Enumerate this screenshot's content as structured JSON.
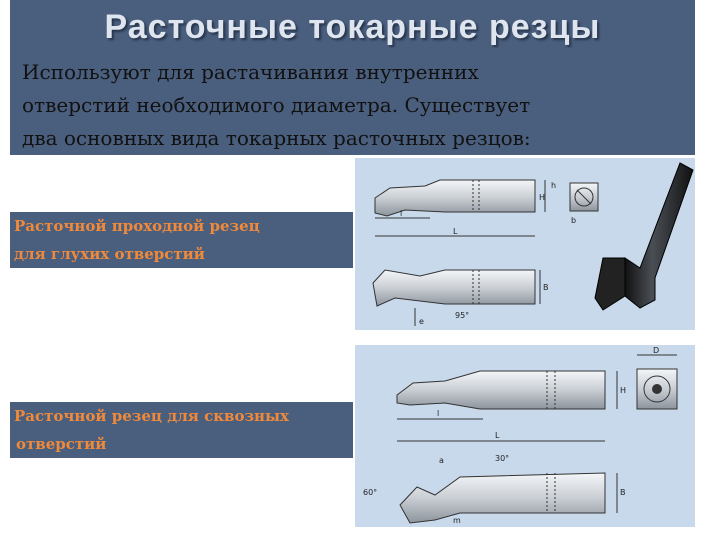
{
  "slide": {
    "title": "Расточные токарные резцы",
    "intro_lines": [
      "Используют для растачивания внутренних",
      "отверстий необходимого диаметра. Существует",
      "два основных вида токарных  расточных резцов:"
    ],
    "types": [
      {
        "label_lines": [
          "Расточной проходной резец",
          "для глухих отверстий"
        ]
      },
      {
        "label_lines": [
          "Расточной резец для сквозных",
          " отверстий"
        ]
      }
    ],
    "drawing1_dims": {
      "h": "h",
      "H": "H",
      "l": "l",
      "L": "L",
      "B": "B",
      "b": "b",
      "e": "e",
      "angle": "95°"
    },
    "drawing2_dims": {
      "H": "H",
      "l": "l",
      "L": "L",
      "D": "D",
      "B": "B",
      "a": "a",
      "m": "m",
      "angle1": "60°",
      "angle2": "30°"
    }
  },
  "colors": {
    "header_bg": "#4a5e7e",
    "title_text": "#dfe5ee",
    "label_text": "#f08a3a",
    "panel_bg": "#c8d9ec"
  }
}
